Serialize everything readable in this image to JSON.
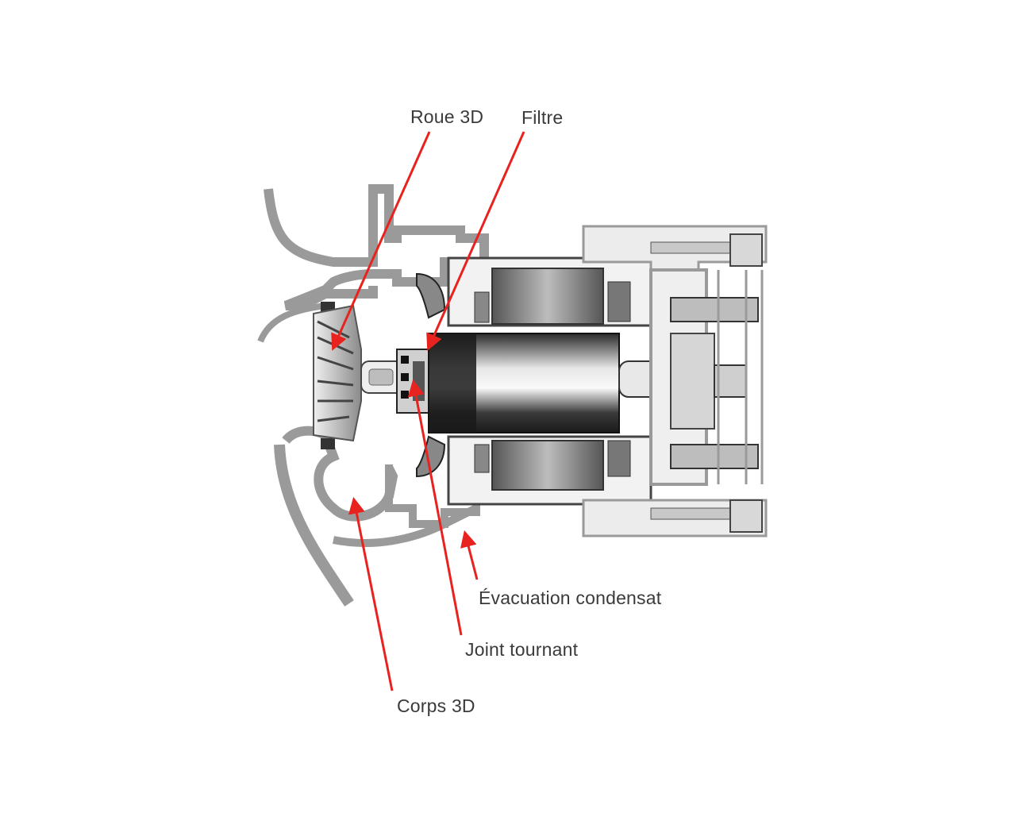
{
  "labels": {
    "roue_3d": "Roue 3D",
    "filtre": "Filtre",
    "evacuation_condensat": "Évacuation condensat",
    "joint_tournant": "Joint tournant",
    "corps_3d": "Corps 3D"
  },
  "colors": {
    "arrow": "#e8231f",
    "label_text": "#3a3a3a",
    "housing": "#9a9a9a",
    "steel_light": "#d6d6d6",
    "steel_dark": "#2a2a2a",
    "background": "#ffffff"
  }
}
